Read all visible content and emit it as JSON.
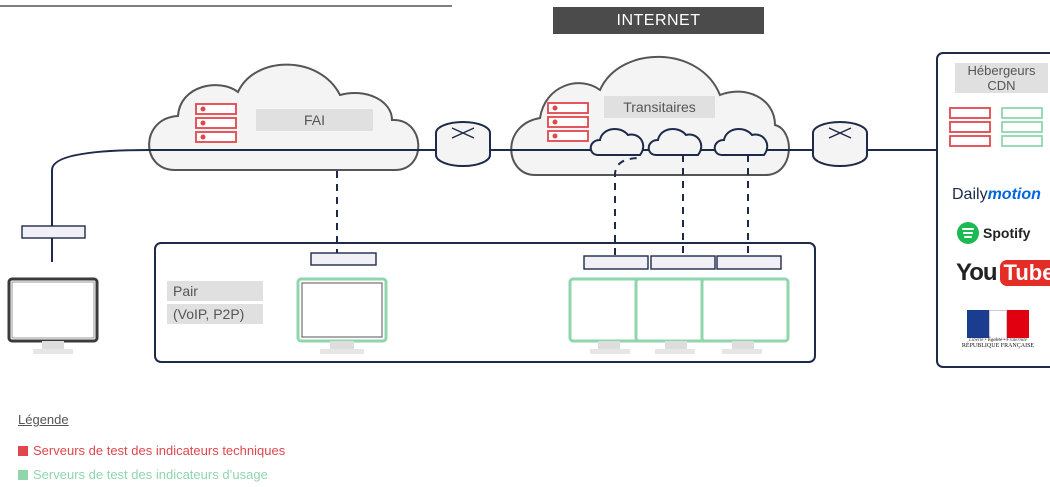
{
  "internet_label": "INTERNET",
  "fai_label": "FAI",
  "transit_label": "Transitaires",
  "hosting_label_line1": "Hébergeurs",
  "hosting_label_line2": "CDN",
  "peer_label_line1": "Pair",
  "peer_label_line2": "(VoIP, P2P)",
  "logos": {
    "dailymotion_a": "Daily",
    "dailymotion_b": "motion",
    "spotify": "Spotify",
    "youtube_a": "You",
    "youtube_b": "Tube",
    "republic_motto": "Liberté • Égalité • Fraternité",
    "republic_name": "RÉPUBLIQUE FRANÇAISE"
  },
  "legend": {
    "title": "Légende",
    "items": [
      {
        "label": "Serveurs de test des indicateurs techniques",
        "color": "#e0474c"
      },
      {
        "label": "Serveurs de test des indicateurs d’usage",
        "color": "#8fd6ad"
      }
    ]
  },
  "colors": {
    "line": "#1e2a4a",
    "red_server": "#e0474c",
    "green_server": "#8fd6ad",
    "cloud_fill": "#f4f4f4",
    "cloud_stroke": "#555555"
  }
}
